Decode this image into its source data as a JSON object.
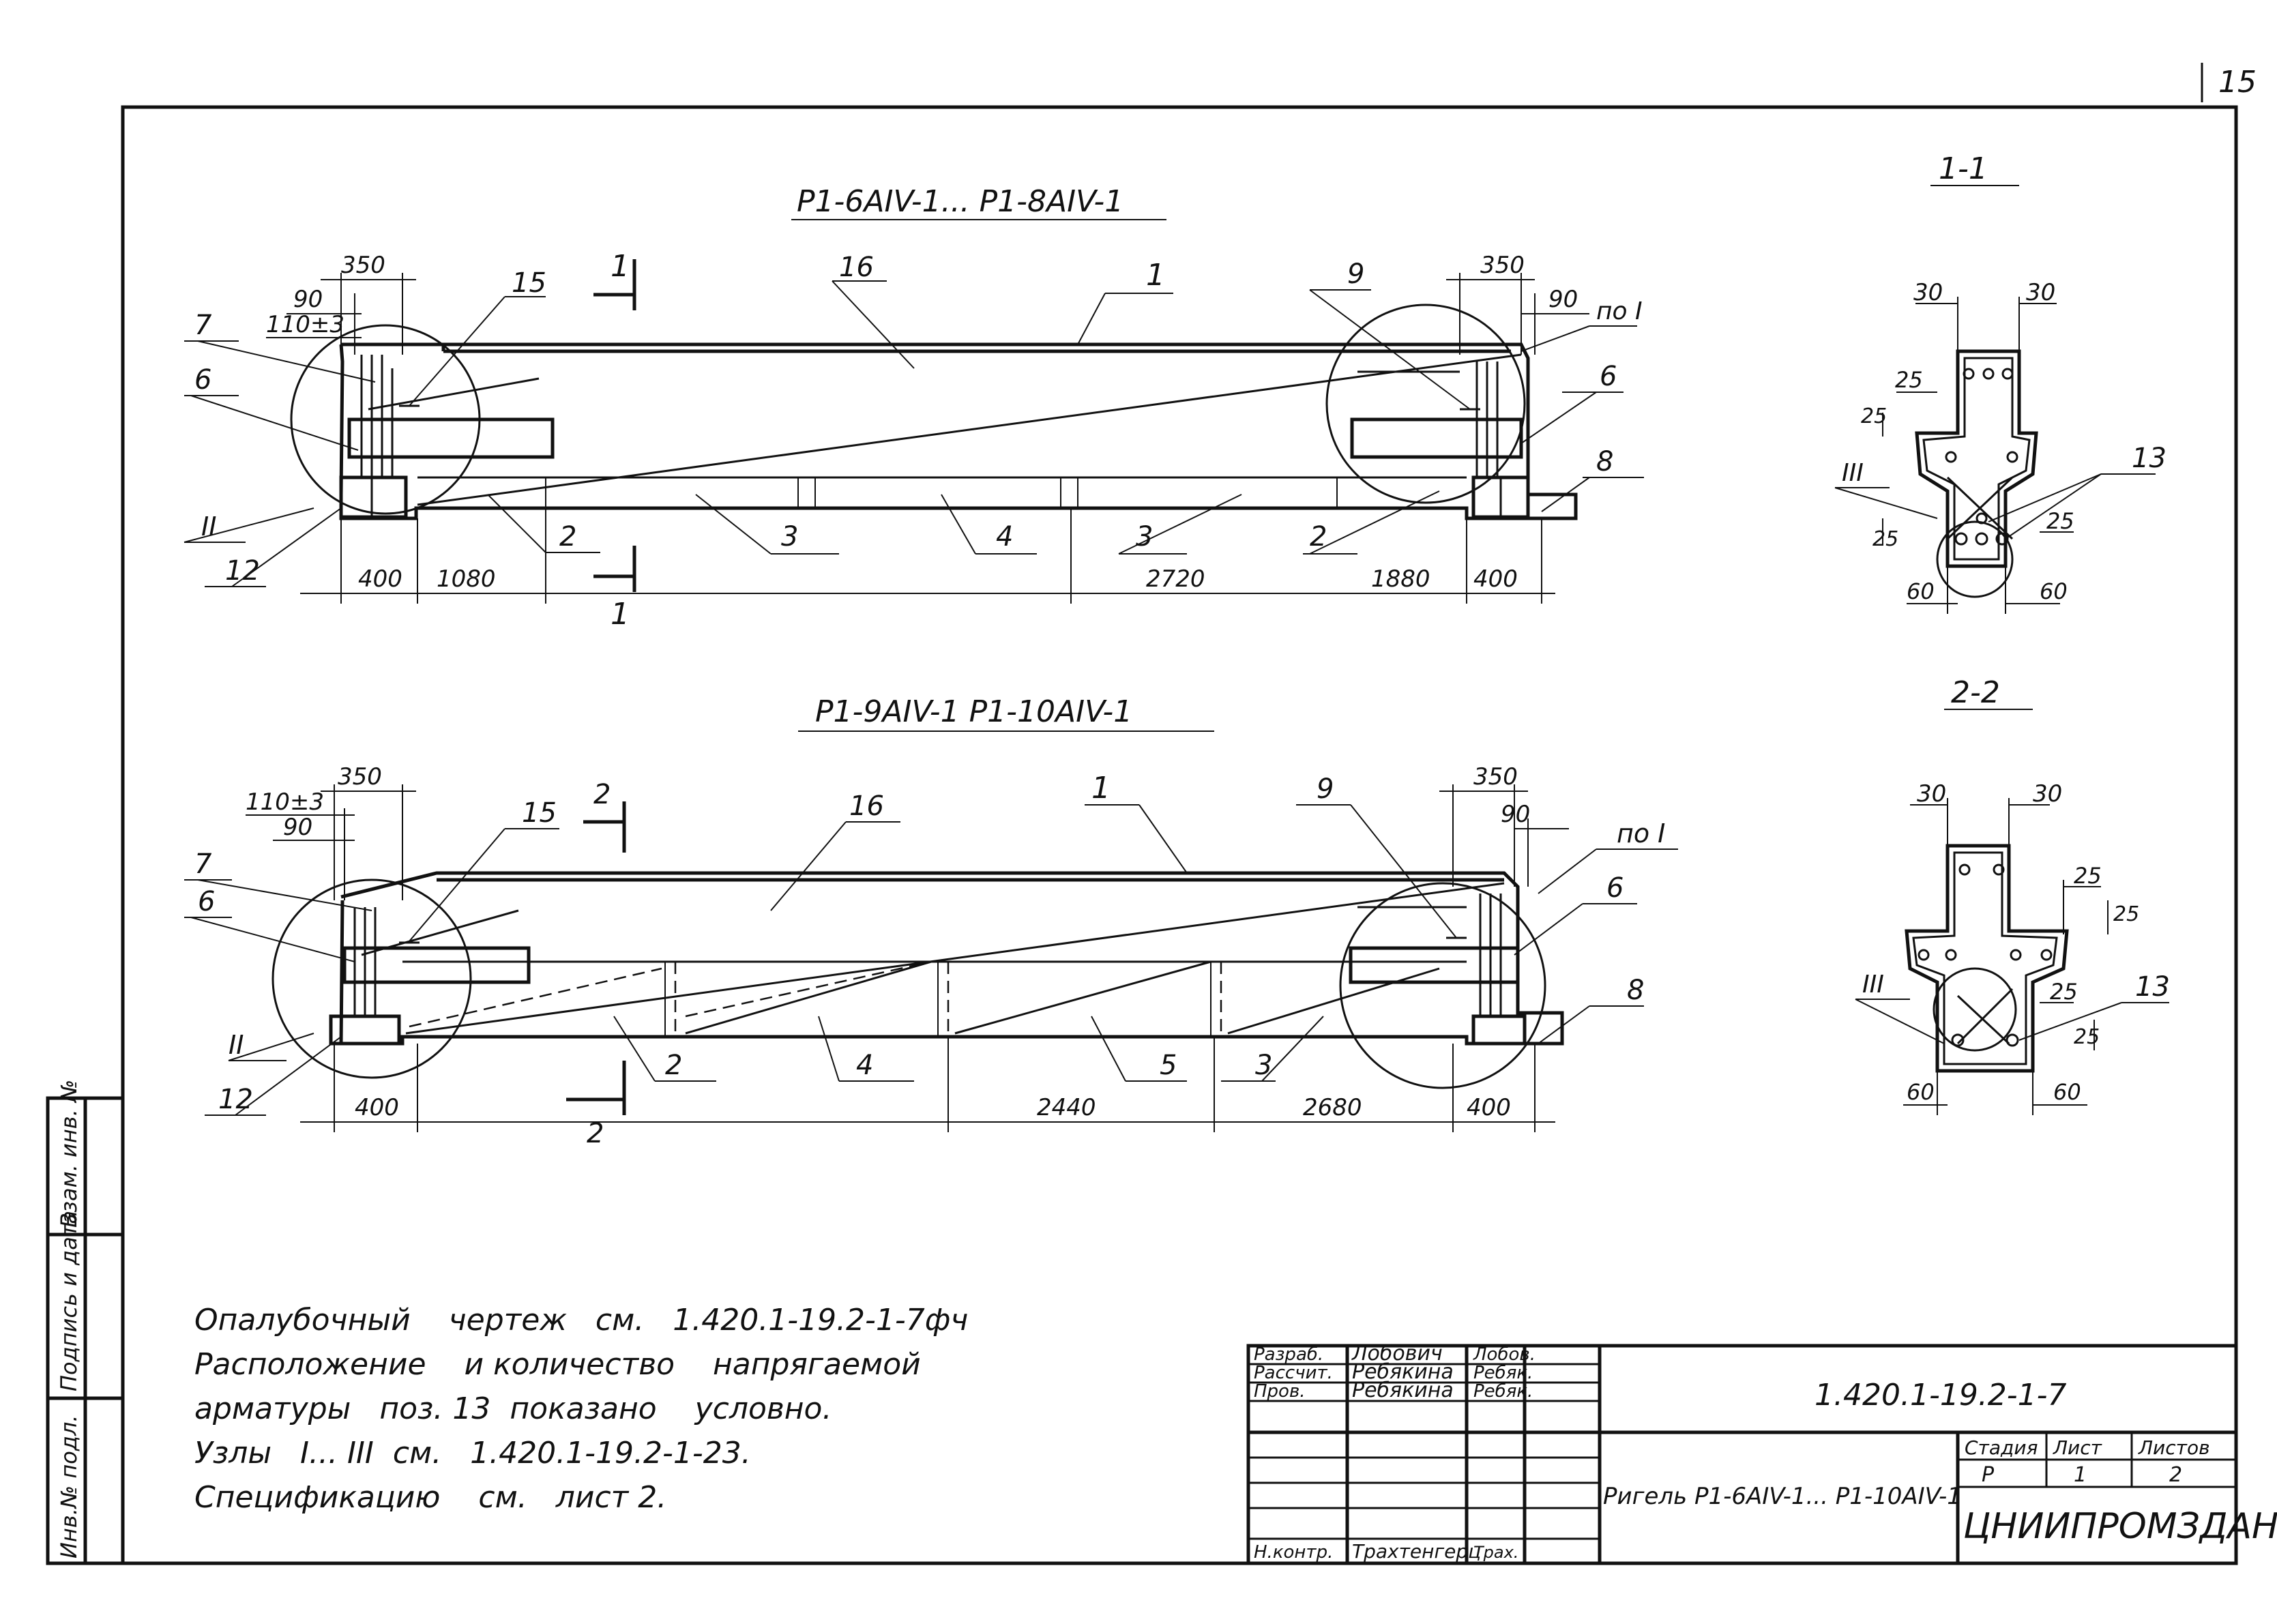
{
  "sheet": {
    "page_number": "15"
  },
  "views": {
    "top_title": "Р1-6АIV-1... Р1-8АIV-1",
    "bottom_title": "Р1-9АIV-1   Р1-10АIV-1",
    "section_1_title": "1-1",
    "section_2_title": "2-2"
  },
  "top_beam": {
    "dims": {
      "d350_left": "350",
      "d90_left": "90",
      "d110_left": "110±3",
      "d350_right": "350",
      "d90_right": "90",
      "d400_left": "400",
      "d1080": "1080",
      "d2720": "2720",
      "d1880": "1880",
      "d400_right": "400"
    },
    "labels": {
      "p15": "15",
      "p16": "16",
      "p1": "1",
      "p9": "9",
      "p7": "7",
      "p6_left": "6",
      "node2": "II",
      "p12": "12",
      "p2_left": "2",
      "p3_left": "3",
      "p4": "4",
      "p3_right": "3",
      "p2_right": "2",
      "p6_right": "6",
      "p8": "8",
      "node1": "по I",
      "cut_top": "1",
      "cut_bottom": "1"
    }
  },
  "bottom_beam": {
    "dims": {
      "d110_left": "110±3",
      "d90_left": "90",
      "d350_left": "350",
      "d350_right": "350",
      "d90_right": "90",
      "d400_left": "400",
      "d2440": "2440",
      "d2680": "2680",
      "d400_right": "400"
    },
    "labels": {
      "p15": "15",
      "p16": "16",
      "p1": "1",
      "p9": "9",
      "p7": "7",
      "p6_left": "6",
      "node2": "II",
      "p12": "12",
      "p2": "2",
      "p4": "4",
      "p5": "5",
      "p3": "3",
      "p6_right": "6",
      "p8": "8",
      "node1": "по I",
      "cut_top": "2",
      "cut_bottom": "2"
    }
  },
  "section1": {
    "dims": {
      "d30_left": "30",
      "d30_right": "30",
      "d25_a": "25",
      "d25_b": "25",
      "d25_c": "25",
      "d25_d": "25",
      "d60_left": "60",
      "d60_right": "60"
    },
    "labels": {
      "node3": "III",
      "p13": "13"
    }
  },
  "section2": {
    "dims": {
      "d30_left": "30",
      "d30_right": "30",
      "d25_a": "25",
      "d25_b": "25",
      "d25_c": "25",
      "d25_d": "25",
      "d60_left": "60",
      "d60_right": "60"
    },
    "labels": {
      "node3": "III",
      "p13": "13"
    }
  },
  "notes": [
    "Опалубочный    чертеж   см.   1.420.1-19.2-1-7фч",
    "Расположение    и количество    напрягаемой",
    "арматуры   поз. 13  показано    условно.",
    "Узлы   I... III  см.   1.420.1-19.2-1-23.",
    "Спецификацию    см.   лист 2."
  ],
  "side_stamp": {
    "col1": "Инв.№ подл.",
    "col2": "Подпись и дата",
    "col3": "Взам. инв. №"
  },
  "title_block": {
    "roles": [
      "Разраб.",
      "Рассчит.",
      "Пров.",
      "Н.контр."
    ],
    "names": [
      "Лобович",
      "Ребякина",
      "Ребякина",
      "Трахтенгерц"
    ],
    "signatures": [
      "Лобов.",
      "Ребяк.",
      "Ребяк.",
      "Трах."
    ],
    "doc_code": "1.420.1-19.2-1-7",
    "element_name": "Ригель Р1-6АIV-1... Р1-10АIV-1",
    "stage_label": "Стадия",
    "sheet_label": "Лист",
    "sheets_label": "Листов",
    "stage_value": "Р",
    "sheet_value": "1",
    "sheets_value": "2",
    "organization": "ЦНИИПРОМЗДАНИЙ"
  }
}
